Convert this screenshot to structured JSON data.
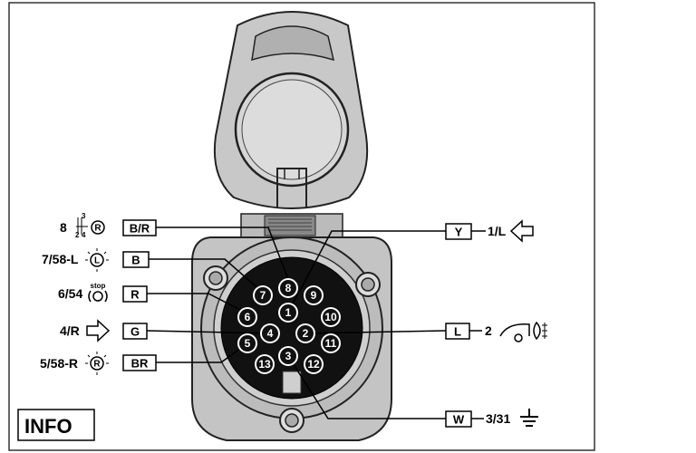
{
  "diagram": {
    "info_label": "INFO",
    "pins": [
      {
        "n": "1"
      },
      {
        "n": "2"
      },
      {
        "n": "3"
      },
      {
        "n": "4"
      },
      {
        "n": "5"
      },
      {
        "n": "6"
      },
      {
        "n": "7"
      },
      {
        "n": "8"
      },
      {
        "n": "9"
      },
      {
        "n": "10"
      },
      {
        "n": "11"
      },
      {
        "n": "12"
      },
      {
        "n": "13"
      }
    ],
    "left_labels": [
      {
        "func": "8",
        "color": "B/R",
        "icon": "reverse-light-icon",
        "icon_text": "R",
        "switch_digits": [
          "3",
          "2",
          "4"
        ]
      },
      {
        "func": "7/58-L",
        "color": "B",
        "icon": "left-position-light-icon",
        "icon_text": "L"
      },
      {
        "func": "6/54",
        "color": "R",
        "icon": "brake-light-icon",
        "icon_text": "stop"
      },
      {
        "func": "4/R",
        "color": "G",
        "icon": "right-indicator-arrow-icon"
      },
      {
        "func": "5/58-R",
        "color": "BR",
        "icon": "right-position-light-icon",
        "icon_text": "R"
      }
    ],
    "right_labels": [
      {
        "color": "Y",
        "func": "1/L",
        "icon": "left-indicator-arrow-icon"
      },
      {
        "color": "L",
        "func": "2",
        "icon": "fog-light-icon"
      },
      {
        "color": "W",
        "func": "3/31",
        "icon": "ground-icon"
      }
    ]
  }
}
